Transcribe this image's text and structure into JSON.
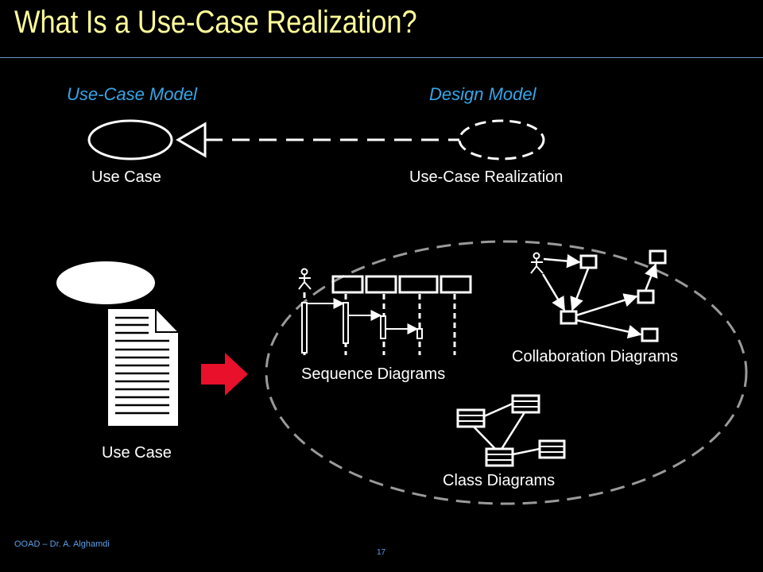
{
  "slide": {
    "title": "What Is a Use-Case Realization?",
    "footer": "OOAD – Dr. A. Alghamdi",
    "page_number": "17"
  },
  "top": {
    "left_model": "Use-Case Model",
    "right_model": "Design Model",
    "left_element": "Use Case",
    "right_element": "Use-Case Realization"
  },
  "bottom": {
    "use_case_label": "Use Case",
    "sequence_label": "Sequence Diagrams",
    "collaboration_label": "Collaboration Diagrams",
    "class_label": "Class Diagrams"
  },
  "colors": {
    "title": "#ffff99",
    "model_label": "#36a6e8",
    "arrow": "#e8102a",
    "dashed": "#9a9a9a"
  }
}
